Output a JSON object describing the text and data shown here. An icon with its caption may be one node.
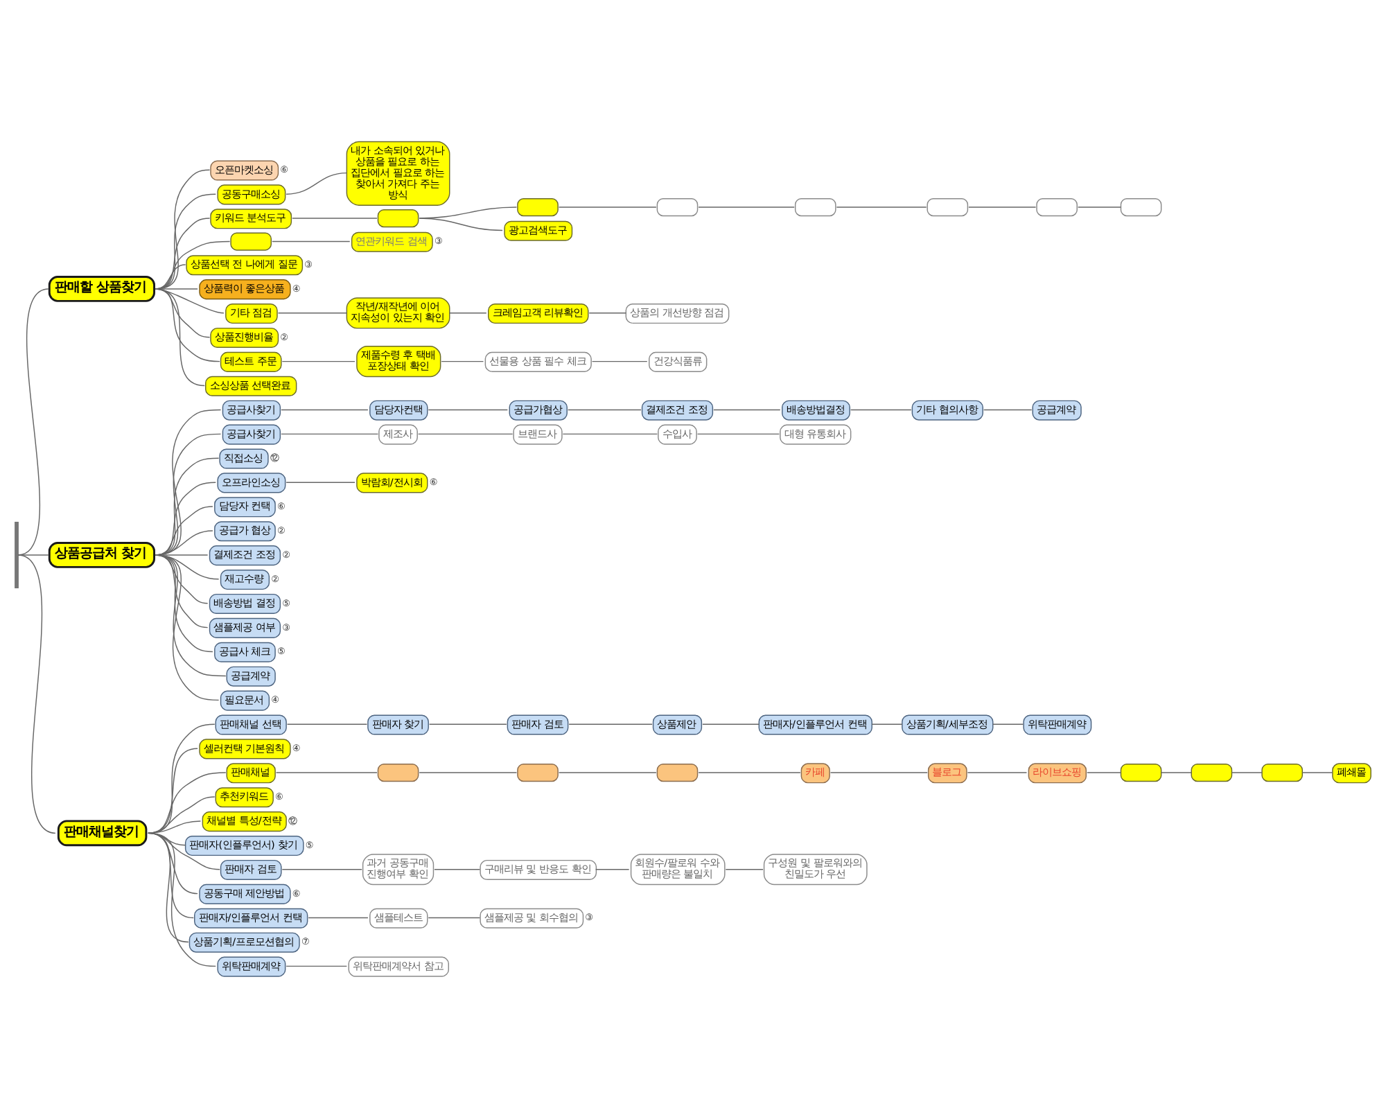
{
  "diagram": {
    "nodes": [
      {
        "text": [
          "판매할 상품찾기"
        ]
      },
      {
        "text": [
          "오픈마켓소싱"
        ],
        "beside": [
          "⑥"
        ]
      },
      {
        "text": [
          "공동구매소싱"
        ]
      },
      {
        "text": [
          "내가 소속되어 있거나 상품을 필요로 하는 집단에서 필요로 하는 찾아서 가져다 주는 방식"
        ]
      },
      {
        "text": [
          "키워드 분석도구"
        ]
      },
      {
        "text": [],
        "shape": "box"
      },
      {
        "text": [],
        "shape": "box"
      },
      {
        "text": [],
        "shape": "box"
      },
      {
        "text": [],
        "shape": "box"
      },
      {
        "text": [],
        "shape": "box"
      },
      {
        "text": [],
        "shape": "box"
      },
      {
        "text": [],
        "shape": "box"
      },
      {
        "text": [
          "광고검색도구"
        ]
      },
      {
        "text": [],
        "shape": "box"
      },
      {
        "text": [
          "연관키워드 검색"
        ],
        "beside": [
          "③"
        ]
      },
      {
        "text": [
          "상품선택 전 나에게 질문"
        ],
        "beside": [
          "③"
        ]
      },
      {
        "text": [
          "상품력이 좋은상품"
        ],
        "beside": [
          "④"
        ]
      },
      {
        "text": [
          "기타 점검"
        ]
      },
      {
        "text": [
          "작년/재작년에 이어 지속성이 있는지 확인"
        ]
      },
      {
        "text": [
          "크레임고객 리뷰확인"
        ]
      },
      {
        "text": [
          "상품의 개선방향 점검"
        ]
      },
      {
        "text": [
          "상품진행비율"
        ],
        "beside": [
          "②"
        ]
      },
      {
        "text": [
          "테스트 주문"
        ]
      },
      {
        "text": [
          "제품수령 후 택배 포장상태 확인"
        ]
      },
      {
        "text": [
          "선물용 상품 필수 체크"
        ]
      },
      {
        "text": [
          "건강식품류"
        ]
      },
      {
        "text": [
          "소싱상품 선택완료"
        ]
      },
      {
        "text": [
          "상품공급처 찾기"
        ]
      },
      {
        "text": [
          "공급사찾기"
        ]
      },
      {
        "text": [
          "담당자컨택"
        ]
      },
      {
        "text": [
          "공급가협상"
        ]
      },
      {
        "text": [
          "결제조건 조정"
        ]
      },
      {
        "text": [
          "배송방법결정"
        ]
      },
      {
        "text": [
          "기타 협의사항"
        ]
      },
      {
        "text": [
          "공급계약"
        ]
      },
      {
        "text": [
          "공급사찾기"
        ]
      },
      {
        "text": [
          "제조사"
        ]
      },
      {
        "text": [
          "브랜드사"
        ]
      },
      {
        "text": [
          "수입사"
        ]
      },
      {
        "text": [
          "대형 유통회사"
        ]
      },
      {
        "text": [
          "직접소싱"
        ],
        "beside": [
          "⑫"
        ]
      },
      {
        "text": [
          "오프라인소싱"
        ]
      },
      {
        "text": [
          "박람회/전시회"
        ],
        "beside": [
          "⑥"
        ]
      },
      {
        "text": [
          "담당자 컨택"
        ],
        "beside": [
          "⑥"
        ]
      },
      {
        "text": [
          "공급가 협상"
        ],
        "beside": [
          "②"
        ]
      },
      {
        "text": [
          "결제조건 조정"
        ],
        "beside": [
          "②"
        ]
      },
      {
        "text": [
          "재고수량"
        ],
        "beside": [
          "②"
        ]
      },
      {
        "text": [
          "배송방법 결정"
        ],
        "beside": [
          "⑤"
        ]
      },
      {
        "text": [
          "샘플제공 여부"
        ],
        "beside": [
          "③"
        ]
      },
      {
        "text": [
          "공급사 체크"
        ],
        "beside": [
          "⑤"
        ]
      },
      {
        "text": [
          "공급계약"
        ]
      },
      {
        "text": [
          "필요문서"
        ],
        "beside": [
          "④"
        ]
      },
      {
        "text": [
          "판매채널찾기"
        ]
      },
      {
        "text": [
          "판매채널 선택"
        ]
      },
      {
        "text": [
          "판매자 찾기"
        ]
      },
      {
        "text": [
          "판매자 검토"
        ]
      },
      {
        "text": [
          "상품제안"
        ]
      },
      {
        "text": [
          "판매자/인플루언서 컨택"
        ]
      },
      {
        "text": [
          "상품기획/세부조정"
        ]
      },
      {
        "text": [
          "위탁판매계약"
        ]
      },
      {
        "text": [
          "셀러컨택 기본원칙"
        ],
        "beside": [
          "④"
        ]
      },
      {
        "text": [
          "판매채널"
        ]
      },
      {
        "text": [],
        "shape": "box"
      },
      {
        "text": [],
        "shape": "box"
      },
      {
        "text": [],
        "shape": "box"
      },
      {
        "text": [
          "카페"
        ]
      },
      {
        "text": [
          "블로그"
        ]
      },
      {
        "text": [
          "라이브쇼핑"
        ]
      },
      {
        "text": [],
        "shape": "box"
      },
      {
        "text": [],
        "shape": "box"
      },
      {
        "text": [],
        "shape": "box"
      },
      {
        "text": [
          "폐쇄몰"
        ]
      },
      {
        "text": [
          "추천키워드"
        ],
        "beside": [
          "⑥"
        ]
      },
      {
        "text": [
          "채널별 특성/전략"
        ],
        "beside": [
          "⑫"
        ]
      },
      {
        "text": [
          "판매자(인플루언서) 찾기"
        ],
        "beside": [
          "⑤"
        ]
      },
      {
        "text": [
          "판매자 검토"
        ]
      },
      {
        "text": [
          "과거 공동구매 진행여부 확인"
        ]
      },
      {
        "text": [
          "구매리뷰 및 반응도 확인"
        ]
      },
      {
        "text": [
          "회원수/팔로워 수와 판매량은 불일치"
        ]
      },
      {
        "text": [
          "구성원 및 팔로워와의 친밀도가 우선"
        ]
      },
      {
        "text": [
          "공동구매 제안방법"
        ],
        "beside": [
          "⑥"
        ]
      },
      {
        "text": [
          "판매자/인플루언서 컨택"
        ]
      },
      {
        "text": [
          "샘플테스트"
        ]
      },
      {
        "text": [
          "샘플제공 및 회수협의"
        ],
        "beside": [
          "③"
        ]
      },
      {
        "text": [
          "상품기획/프로모션협의"
        ],
        "beside": [
          "⑦"
        ]
      },
      {
        "text": [
          "위탁판매계약"
        ]
      },
      {
        "text": [
          "위탁판매계약서 참고"
        ]
      },
      {
        "text": [],
        "shape": "bar"
      }
    ],
    "edges": [
      {
        "from": 87,
        "to": 0,
        "arrow": "none"
      },
      {
        "from": 87,
        "to": 27,
        "arrow": "none"
      },
      {
        "from": 87,
        "to": 52,
        "arrow": "none"
      },
      {
        "from": 0,
        "to": 1,
        "arrow": "none"
      },
      {
        "from": 0,
        "to": 2,
        "arrow": "none"
      },
      {
        "from": 2,
        "to": 3,
        "arrow": "none"
      },
      {
        "from": 0,
        "to": 4,
        "arrow": "none"
      },
      {
        "from": 4,
        "to": 5,
        "arrow": "none"
      },
      {
        "from": 5,
        "to": 6,
        "arrow": "none"
      },
      {
        "from": 6,
        "to": 7,
        "arrow": "none"
      },
      {
        "from": 7,
        "to": 8,
        "arrow": "none"
      },
      {
        "from": 8,
        "to": 9,
        "arrow": "none"
      },
      {
        "from": 9,
        "to": 10,
        "arrow": "none"
      },
      {
        "from": 10,
        "to": 11,
        "arrow": "none"
      },
      {
        "from": 5,
        "to": 12,
        "arrow": "none"
      },
      {
        "from": 0,
        "to": 13,
        "arrow": "none"
      },
      {
        "from": 13,
        "to": 14,
        "arrow": "none"
      },
      {
        "from": 0,
        "to": 15,
        "arrow": "none"
      },
      {
        "from": 0,
        "to": 16,
        "arrow": "none"
      },
      {
        "from": 0,
        "to": 17,
        "arrow": "none"
      },
      {
        "from": 17,
        "to": 18,
        "arrow": "none"
      },
      {
        "from": 18,
        "to": 19,
        "arrow": "none"
      },
      {
        "from": 19,
        "to": 20,
        "arrow": "none"
      },
      {
        "from": 0,
        "to": 21,
        "arrow": "none"
      },
      {
        "from": 0,
        "to": 22,
        "arrow": "none"
      },
      {
        "from": 22,
        "to": 23,
        "arrow": "none"
      },
      {
        "from": 23,
        "to": 24,
        "arrow": "none"
      },
      {
        "from": 24,
        "to": 25,
        "arrow": "none"
      },
      {
        "from": 0,
        "to": 26,
        "arrow": "none"
      },
      {
        "from": 27,
        "to": 28,
        "arrow": "none"
      },
      {
        "from": 28,
        "to": 29,
        "arrow": "none"
      },
      {
        "from": 29,
        "to": 30,
        "arrow": "none"
      },
      {
        "from": 30,
        "to": 31,
        "arrow": "none"
      },
      {
        "from": 31,
        "to": 32,
        "arrow": "none"
      },
      {
        "from": 32,
        "to": 33,
        "arrow": "none"
      },
      {
        "from": 33,
        "to": 34,
        "arrow": "none"
      },
      {
        "from": 27,
        "to": 35,
        "arrow": "none"
      },
      {
        "from": 35,
        "to": 36,
        "arrow": "none"
      },
      {
        "from": 36,
        "to": 37,
        "arrow": "none"
      },
      {
        "from": 37,
        "to": 38,
        "arrow": "none"
      },
      {
        "from": 38,
        "to": 39,
        "arrow": "none"
      },
      {
        "from": 27,
        "to": 40,
        "arrow": "none"
      },
      {
        "from": 27,
        "to": 41,
        "arrow": "none"
      },
      {
        "from": 41,
        "to": 42,
        "arrow": "none"
      },
      {
        "from": 27,
        "to": 43,
        "arrow": "none"
      },
      {
        "from": 27,
        "to": 44,
        "arrow": "none"
      },
      {
        "from": 27,
        "to": 45,
        "arrow": "none"
      },
      {
        "from": 27,
        "to": 46,
        "arrow": "none"
      },
      {
        "from": 27,
        "to": 47,
        "arrow": "none"
      },
      {
        "from": 27,
        "to": 48,
        "arrow": "none"
      },
      {
        "from": 27,
        "to": 49,
        "arrow": "none"
      },
      {
        "from": 27,
        "to": 50,
        "arrow": "none"
      },
      {
        "from": 27,
        "to": 51,
        "arrow": "none"
      },
      {
        "from": 52,
        "to": 53,
        "arrow": "none"
      },
      {
        "from": 53,
        "to": 54,
        "arrow": "none"
      },
      {
        "from": 54,
        "to": 55,
        "arrow": "none"
      },
      {
        "from": 55,
        "to": 56,
        "arrow": "none"
      },
      {
        "from": 56,
        "to": 57,
        "arrow": "none"
      },
      {
        "from": 57,
        "to": 58,
        "arrow": "none"
      },
      {
        "from": 58,
        "to": 59,
        "arrow": "none"
      },
      {
        "from": 52,
        "to": 60,
        "arrow": "none"
      },
      {
        "from": 52,
        "to": 61,
        "arrow": "none"
      },
      {
        "from": 61,
        "to": 62,
        "arrow": "none"
      },
      {
        "from": 62,
        "to": 63,
        "arrow": "none"
      },
      {
        "from": 63,
        "to": 64,
        "arrow": "none"
      },
      {
        "from": 64,
        "to": 65,
        "arrow": "none"
      },
      {
        "from": 65,
        "to": 66,
        "arrow": "none"
      },
      {
        "from": 66,
        "to": 67,
        "arrow": "none"
      },
      {
        "from": 67,
        "to": 68,
        "arrow": "none"
      },
      {
        "from": 68,
        "to": 69,
        "arrow": "none"
      },
      {
        "from": 69,
        "to": 70,
        "arrow": "none"
      },
      {
        "from": 70,
        "to": 71,
        "arrow": "none"
      },
      {
        "from": 52,
        "to": 72,
        "arrow": "none"
      },
      {
        "from": 52,
        "to": 73,
        "arrow": "none"
      },
      {
        "from": 52,
        "to": 74,
        "arrow": "none"
      },
      {
        "from": 52,
        "to": 75,
        "arrow": "none"
      },
      {
        "from": 75,
        "to": 76,
        "arrow": "none"
      },
      {
        "from": 76,
        "to": 77,
        "arrow": "none"
      },
      {
        "from": 77,
        "to": 78,
        "arrow": "none"
      },
      {
        "from": 78,
        "to": 79,
        "arrow": "none"
      },
      {
        "from": 52,
        "to": 80,
        "arrow": "none"
      },
      {
        "from": 52,
        "to": 81,
        "arrow": "none"
      },
      {
        "from": 81,
        "to": 82,
        "arrow": "none"
      },
      {
        "from": 82,
        "to": 83,
        "arrow": "none"
      },
      {
        "from": 52,
        "to": 84,
        "arrow": "none"
      },
      {
        "from": 52,
        "to": 85,
        "arrow": "none"
      },
      {
        "from": 85,
        "to": 86,
        "arrow": "none"
      }
    ]
  }
}
